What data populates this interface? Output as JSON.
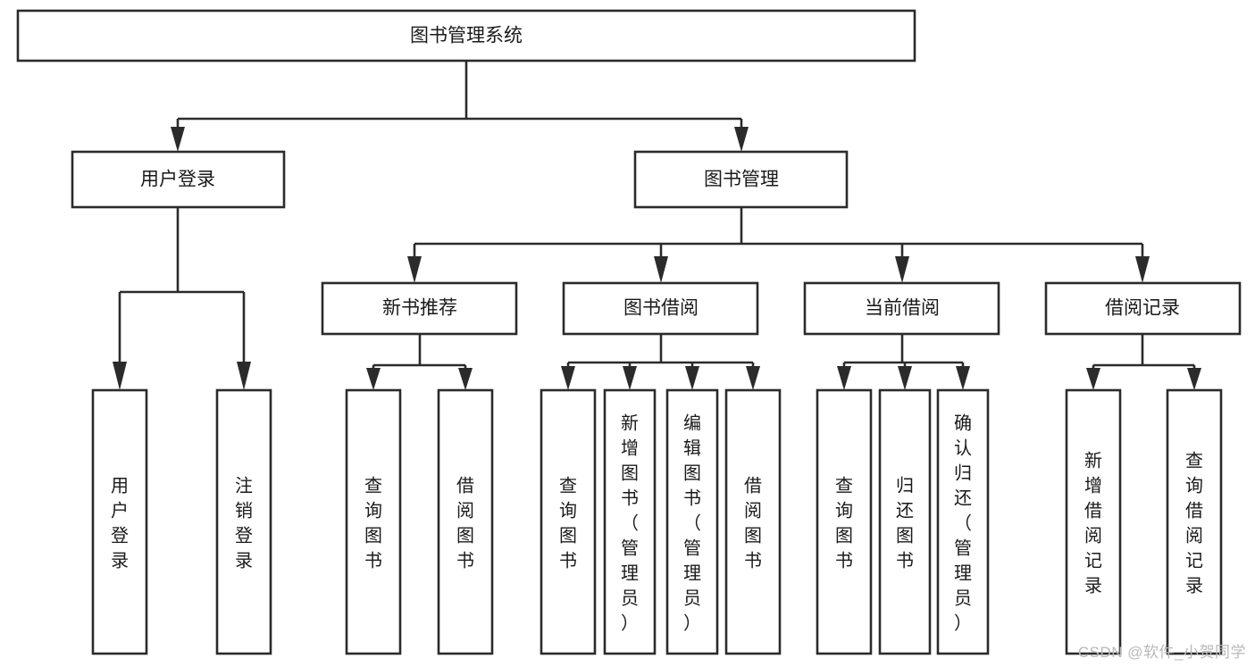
{
  "diagram": {
    "title": "图书管理系统",
    "type": "tree",
    "root": {
      "id": "root",
      "label": "图书管理系统",
      "orientation": "horizontal"
    },
    "level2": [
      {
        "id": "user-login",
        "label": "用户登录",
        "orientation": "horizontal"
      },
      {
        "id": "book-manage",
        "label": "图书管理",
        "orientation": "horizontal"
      }
    ],
    "level3": [
      {
        "id": "new-book-recommend",
        "label": "新书推荐",
        "parent": "book-manage",
        "orientation": "horizontal"
      },
      {
        "id": "book-borrow",
        "label": "图书借阅",
        "parent": "book-manage",
        "orientation": "horizontal"
      },
      {
        "id": "current-borrow",
        "label": "当前借阅",
        "parent": "book-manage",
        "orientation": "horizontal"
      },
      {
        "id": "borrow-record",
        "label": "借阅记录",
        "parent": "book-manage",
        "orientation": "horizontal"
      }
    ],
    "leaves": [
      {
        "id": "leaf-user-login",
        "label": "用户登录",
        "parent": "user-login",
        "orientation": "vertical"
      },
      {
        "id": "leaf-logout-login",
        "label": "注销登录",
        "parent": "user-login",
        "orientation": "vertical"
      },
      {
        "id": "leaf-query-book-1",
        "label": "查询图书",
        "parent": "new-book-recommend",
        "orientation": "vertical"
      },
      {
        "id": "leaf-borrow-book-1",
        "label": "借阅图书",
        "parent": "new-book-recommend",
        "orientation": "vertical"
      },
      {
        "id": "leaf-query-book-2",
        "label": "查询图书",
        "parent": "book-borrow",
        "orientation": "vertical"
      },
      {
        "id": "leaf-add-book",
        "label": "新增图书（管理员）",
        "parent": "book-borrow",
        "orientation": "vertical"
      },
      {
        "id": "leaf-edit-book",
        "label": "编辑图书（管理员）",
        "parent": "book-borrow",
        "orientation": "vertical"
      },
      {
        "id": "leaf-borrow-book-2",
        "label": "借阅图书",
        "parent": "book-borrow",
        "orientation": "vertical"
      },
      {
        "id": "leaf-query-book-3",
        "label": "查询图书",
        "parent": "current-borrow",
        "orientation": "vertical"
      },
      {
        "id": "leaf-return-book",
        "label": "归还图书",
        "parent": "current-borrow",
        "orientation": "vertical"
      },
      {
        "id": "leaf-confirm-return",
        "label": "确认归还（管理员）",
        "parent": "current-borrow",
        "orientation": "vertical"
      },
      {
        "id": "leaf-add-borrow-record",
        "label": "新增借阅记录",
        "parent": "borrow-record",
        "orientation": "vertical"
      },
      {
        "id": "leaf-query-borrow-record",
        "label": "查询借阅记录",
        "parent": "borrow-record",
        "orientation": "vertical"
      }
    ]
  },
  "watermark": {
    "text": "CSDN @软件_小贺同学"
  },
  "colors": {
    "background": "#ffffff",
    "box_fill": "#ffffff",
    "box_stroke": "#2b2b2b",
    "text": "#1a1a1a",
    "watermark": "#b9b9b9"
  }
}
